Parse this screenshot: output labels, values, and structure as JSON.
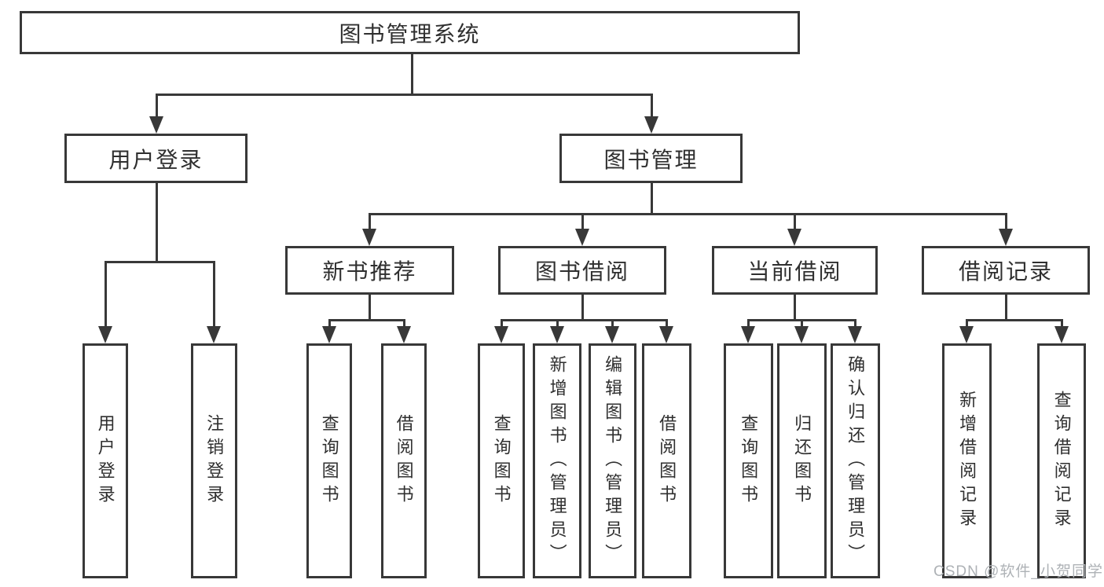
{
  "diagram": {
    "root": {
      "label": "图书管理系统"
    },
    "level2": [
      {
        "label": "用户登录"
      },
      {
        "label": "图书管理"
      }
    ],
    "level3": [
      {
        "label": "新书推荐",
        "parent": "图书管理"
      },
      {
        "label": "图书借阅",
        "parent": "图书管理"
      },
      {
        "label": "当前借阅",
        "parent": "图书管理"
      },
      {
        "label": "借阅记录",
        "parent": "图书管理"
      }
    ],
    "leaves": [
      {
        "label": "用户登录",
        "parent": "用户登录"
      },
      {
        "label": "注销登录",
        "parent": "用户登录"
      },
      {
        "label": "查询图书",
        "parent": "新书推荐"
      },
      {
        "label": "借阅图书",
        "parent": "新书推荐"
      },
      {
        "label": "查询图书",
        "parent": "图书借阅"
      },
      {
        "label": "新增图书（管理员）",
        "parent": "图书借阅"
      },
      {
        "label": "编辑图书（管理员）",
        "parent": "图书借阅"
      },
      {
        "label": "借阅图书",
        "parent": "图书借阅"
      },
      {
        "label": "查询图书",
        "parent": "当前借阅"
      },
      {
        "label": "归还图书",
        "parent": "当前借阅"
      },
      {
        "label": "确认归还（管理员）",
        "parent": "当前借阅"
      },
      {
        "label": "新增借阅记录",
        "parent": "借阅记录"
      },
      {
        "label": "查询借阅记录",
        "parent": "借阅记录"
      }
    ]
  },
  "watermark": {
    "text": "CSDN @软件_小贺同学"
  },
  "colors": {
    "line": "#383838",
    "text": "#2f2f2f",
    "background": "#ffffff",
    "watermark": "#aeb2b6"
  }
}
